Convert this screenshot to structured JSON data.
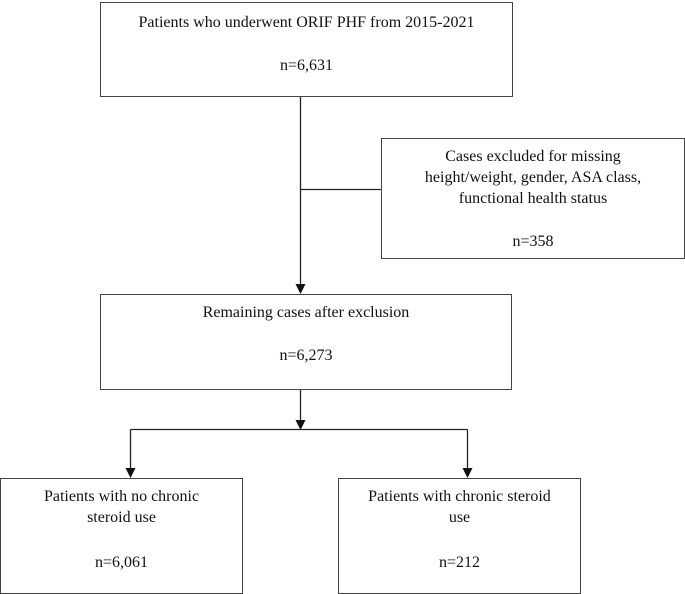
{
  "diagram": {
    "type": "flowchart",
    "boxes": {
      "initial": {
        "label": "Patients who underwent ORIF PHF from 2015-2021",
        "count": "n=6,631"
      },
      "excluded": {
        "label_lines": [
          "Cases excluded for missing",
          "height/weight, gender, ASA class,",
          "functional health status"
        ],
        "count": "n=358"
      },
      "remaining": {
        "label": "Remaining cases after exclusion",
        "count": "n=6,273"
      },
      "no_steroid": {
        "label_lines": [
          "Patients with no chronic",
          "steroid use"
        ],
        "count": "n=6,061"
      },
      "steroid": {
        "label_lines": [
          "Patients with chronic steroid",
          "use"
        ],
        "count": "n=212"
      }
    },
    "connections": [
      {
        "from": "initial",
        "to": "remaining",
        "type": "arrow"
      },
      {
        "from": "initial-remaining-line",
        "to": "excluded",
        "type": "branch-line"
      },
      {
        "from": "remaining",
        "to": "no_steroid",
        "type": "arrow"
      },
      {
        "from": "remaining",
        "to": "steroid",
        "type": "arrow"
      }
    ],
    "colors": {
      "line": "#222222",
      "border": "#444444",
      "background": "#ffffff"
    }
  }
}
